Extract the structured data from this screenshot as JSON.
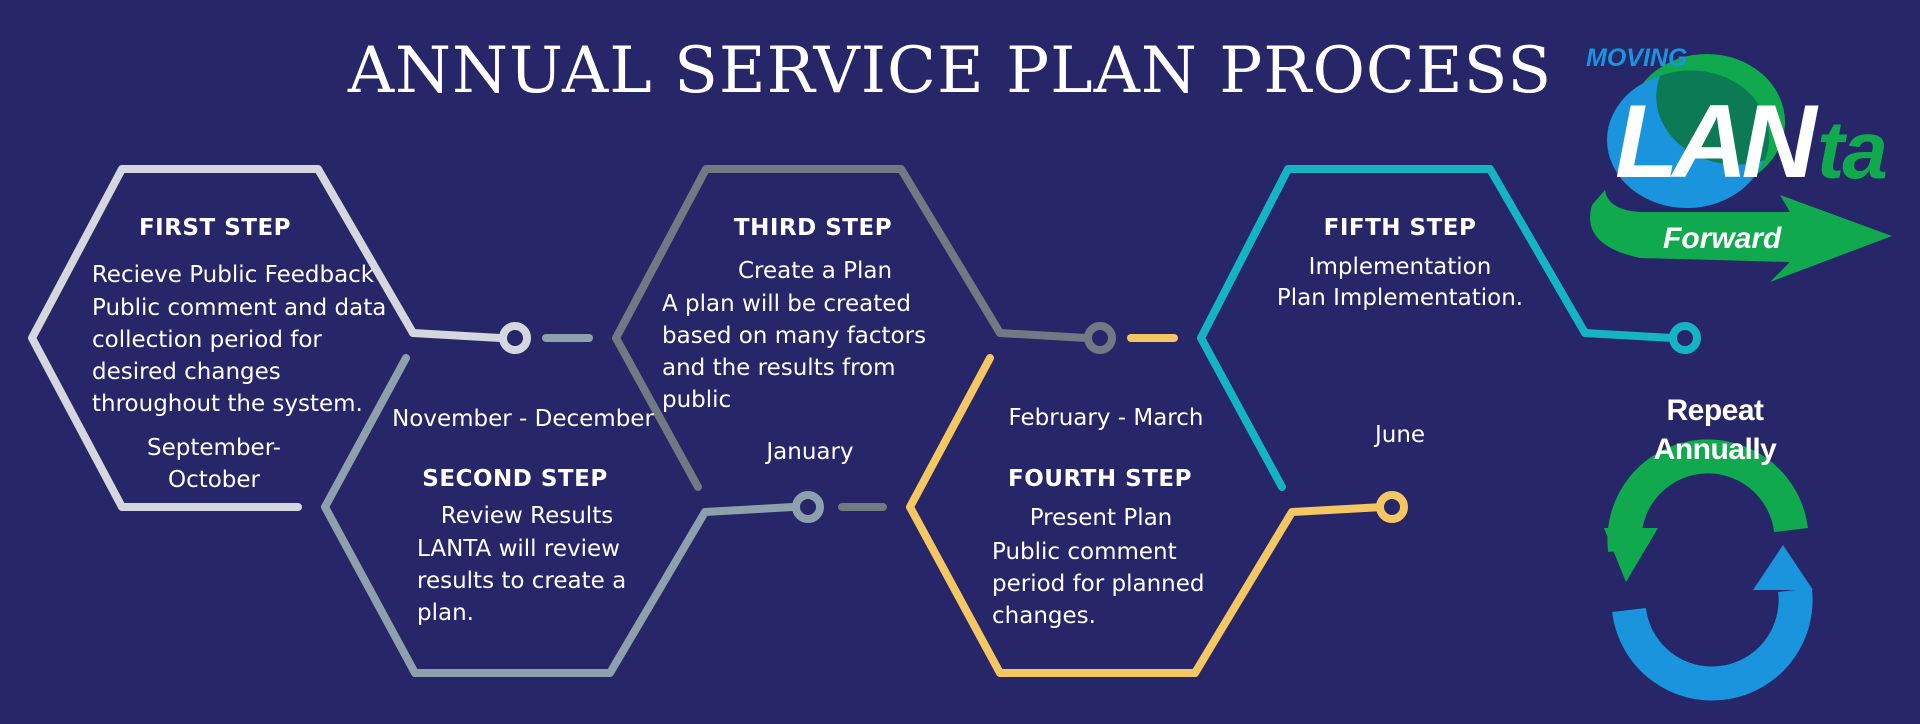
{
  "title": "ANNUAL SERVICE PLAN PROCESS",
  "logo": {
    "moving": "MOVING",
    "lan": "LAN",
    "ta": "ta",
    "forward": "Forward",
    "colors": {
      "blue": "#1a94dd",
      "green": "#10a94e",
      "dark_green": "#0b7a55"
    }
  },
  "steps": [
    {
      "title": "FIRST STEP",
      "subtitle": "Recieve Public Feedback",
      "body": "Public comment and data collection period for desired changes throughout the system.",
      "date": "September- October",
      "color": "#d5d7df"
    },
    {
      "title": "SECOND STEP",
      "subtitle": "Review Results",
      "body": "LANTA will review results to create a plan.",
      "date": "November - December",
      "color": "#8da0ab"
    },
    {
      "title": "THIRD STEP",
      "subtitle": "Create a Plan",
      "body": "A plan will be created based on many factors and the results from public",
      "date": "January",
      "color": "#707a82"
    },
    {
      "title": "FOURTH STEP",
      "subtitle": "Present Plan",
      "body": "Public comment period for planned changes.",
      "date": "February - March",
      "color": "#f4c763"
    },
    {
      "title": "FIFTH STEP",
      "subtitle": "Implementation",
      "body": "Plan Implementation.",
      "date": "June",
      "color": "#14b4c3"
    }
  ],
  "repeat": {
    "line1": "Repeat",
    "line2": "Annually",
    "colors": {
      "green": "#10a94e",
      "blue": "#1a94dd"
    }
  },
  "background": "#262669"
}
